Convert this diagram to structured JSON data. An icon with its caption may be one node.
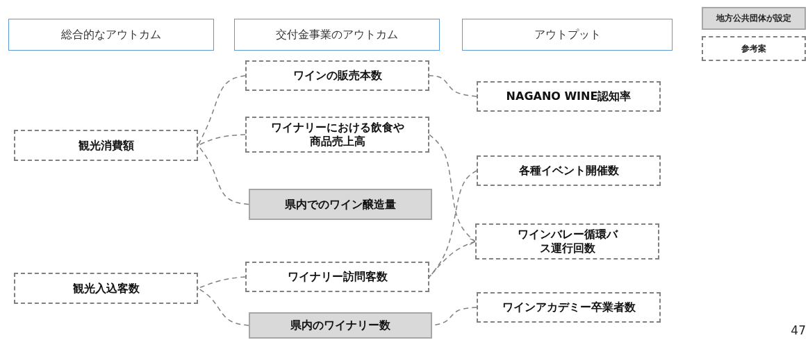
{
  "diagram": {
    "nodes": [
      {
        "text": [
          "総合的なアウトカム"
        ]
      },
      {
        "text": [
          "交付金事業のアウトカム"
        ]
      },
      {
        "text": [
          "アウトプット"
        ]
      },
      {
        "text": [
          "観光消費額"
        ]
      },
      {
        "text": [
          "観光入込客数"
        ]
      },
      {
        "text": [
          "ワインの販売本数"
        ]
      },
      {
        "text": [
          "ワイナリーにおける飲食や商品売上高"
        ]
      },
      {
        "text": [
          "県内でのワイン醸造量"
        ]
      },
      {
        "text": [
          "ワイナリー訪問客数"
        ]
      },
      {
        "text": [
          "県内のワイナリー数"
        ]
      },
      {
        "text": [
          "NAGANO WINE認知率"
        ]
      },
      {
        "text": [
          "各種イベント開催数"
        ]
      },
      {
        "text": [
          "ワインバレー循環バス運行回数"
        ]
      },
      {
        "text": [
          "ワインアカデミー卒業者数"
        ]
      }
    ],
    "edges": [
      {
        "from": 5,
        "to": 3,
        "arrow": "to"
      },
      {
        "from": 6,
        "to": 3,
        "arrow": "to"
      },
      {
        "from": 7,
        "to": 3,
        "arrow": "to"
      },
      {
        "from": 8,
        "to": 4,
        "arrow": "to"
      },
      {
        "from": 9,
        "to": 4,
        "arrow": "to"
      },
      {
        "from": 10,
        "to": 5,
        "arrow": "none"
      },
      {
        "from": 6,
        "to": 12,
        "arrow": "to"
      },
      {
        "from": 11,
        "to": 8,
        "arrow": "to"
      },
      {
        "from": 12,
        "to": 8,
        "arrow": "to"
      },
      {
        "from": 13,
        "to": 9,
        "arrow": "none"
      }
    ],
    "labels": [
      "47"
    ],
    "legend": [
      {
        "text": "地方公共団体が設定",
        "color": "#d9d9d9"
      },
      {
        "text": "参考案"
      }
    ]
  }
}
